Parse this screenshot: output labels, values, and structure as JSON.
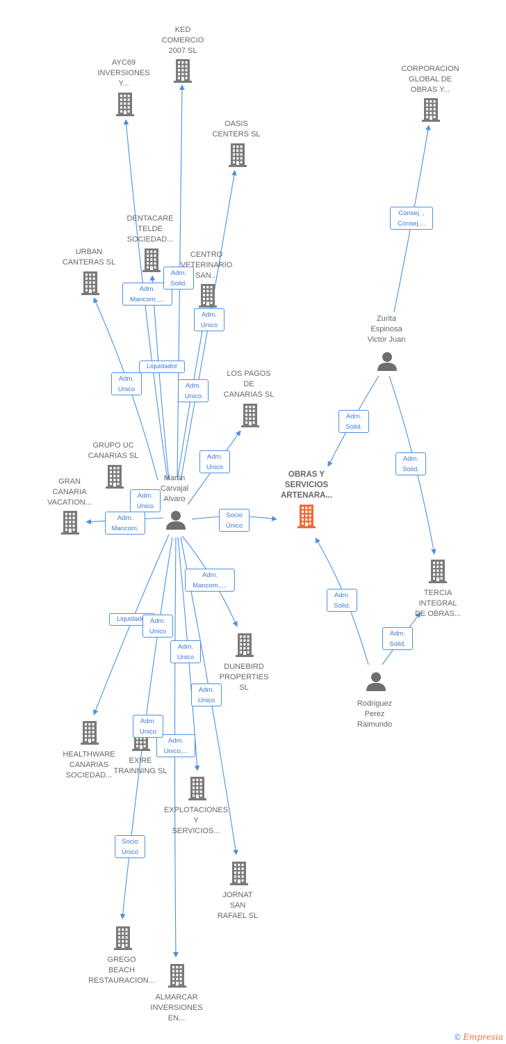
{
  "colors": {
    "edge": "#4a90e2",
    "building": "#7a7a7a",
    "main_building": "#f06a35",
    "person": "#6e6e6e"
  },
  "nodes": [
    {
      "id": "ked",
      "type": "company",
      "lines": [
        "KED",
        "COMERCIO",
        "2007  SL"
      ]
    },
    {
      "id": "ayc69",
      "type": "company",
      "lines": [
        "AYC69",
        "INVERSIONES",
        "Y..."
      ]
    },
    {
      "id": "corporacion",
      "type": "company",
      "lines": [
        "CORPORACION",
        "GLOBAL DE",
        "OBRAS Y..."
      ]
    },
    {
      "id": "oasis",
      "type": "company",
      "lines": [
        "OASIS",
        "CENTERS SL"
      ]
    },
    {
      "id": "dentacare",
      "type": "company",
      "lines": [
        "DENTACARE",
        "TELDE",
        "SOCIEDAD..."
      ]
    },
    {
      "id": "urban",
      "type": "company",
      "lines": [
        "URBAN",
        "CANTERAS  SL"
      ]
    },
    {
      "id": "centro",
      "type": "company",
      "lines": [
        "CENTRO",
        "VETERINARIO",
        "SAN..."
      ]
    },
    {
      "id": "lospagos",
      "type": "company",
      "lines": [
        "LOS PAGOS",
        "DE",
        "CANARIAS SL"
      ]
    },
    {
      "id": "grupouc",
      "type": "company",
      "lines": [
        "GRUPO UC",
        "CANARIAS  SL"
      ]
    },
    {
      "id": "grancanaria",
      "type": "company",
      "lines": [
        "GRAN",
        "CANARIA",
        "VACATION..."
      ]
    },
    {
      "id": "obras",
      "type": "main",
      "lines": [
        "OBRAS Y",
        "SERVICIOS",
        "ARTENARA..."
      ]
    },
    {
      "id": "tercia",
      "type": "company",
      "lines": [
        "TERCIA",
        "INTEGRAL",
        "DE OBRAS..."
      ]
    },
    {
      "id": "dunebird",
      "type": "company",
      "lines": [
        "DUNEBIRD",
        "PROPERTIES",
        "SL"
      ]
    },
    {
      "id": "healthware",
      "type": "company",
      "lines": [
        "HEALTHWARE",
        "CANARIAS",
        "SOCIEDAD..."
      ]
    },
    {
      "id": "exire",
      "type": "company",
      "lines": [
        "EXIRE",
        "TRAINNING  SL"
      ]
    },
    {
      "id": "explotaciones",
      "type": "company",
      "lines": [
        "EXPLOTACIONES",
        "Y",
        "SERVICIOS..."
      ]
    },
    {
      "id": "jornat",
      "type": "company",
      "lines": [
        "JORNAT",
        "SAN",
        "RAFAEL  SL"
      ]
    },
    {
      "id": "grego",
      "type": "company",
      "lines": [
        "GREGO",
        "BEACH",
        "RESTAURACION..."
      ]
    },
    {
      "id": "almarcar",
      "type": "company",
      "lines": [
        "ALMARCAR",
        "INVERSIONES",
        "EN..."
      ]
    },
    {
      "id": "martin",
      "type": "person",
      "lines": [
        "Martin",
        "Carvajal",
        "Alvaro"
      ]
    },
    {
      "id": "zurita",
      "type": "person",
      "lines": [
        "Zurita",
        "Espinosa",
        "Victor Juan"
      ]
    },
    {
      "id": "rodriguez",
      "type": "person",
      "lines": [
        "Rodriguez",
        "Perez",
        "Raimundo"
      ]
    }
  ],
  "edges": [
    {
      "from": "martin",
      "to": "ked",
      "label": []
    },
    {
      "from": "martin",
      "to": "ayc69",
      "label": [
        "Liquidador"
      ]
    },
    {
      "from": "martin",
      "to": "oasis",
      "label": [
        "Adm.",
        "Unico"
      ]
    },
    {
      "from": "martin",
      "to": "dentacare",
      "label": [
        "Adm.",
        "Mancom.,..."
      ]
    },
    {
      "from": "martin",
      "to": "urban",
      "label": [
        "Adm.",
        "Unico"
      ]
    },
    {
      "from": "martin",
      "to": "centro",
      "label": [
        "Adm.",
        "Unico"
      ]
    },
    {
      "from": "martin",
      "to": "lospagos",
      "label": [
        "Adm.",
        "Unico"
      ]
    },
    {
      "from": "martin",
      "to": "grancanaria",
      "label": [
        "Adm.",
        "Mancom."
      ]
    },
    {
      "from": "martin",
      "to": "obras",
      "label": [
        "Socio",
        "Único"
      ]
    },
    {
      "from": "martin",
      "to": "dunebird",
      "label": [
        "Adm.",
        "Mancom.,..."
      ]
    },
    {
      "from": "martin",
      "to": "healthware",
      "label": [
        "Liquidador"
      ]
    },
    {
      "from": "martin",
      "to": "explotaciones",
      "label": [
        "Adm.",
        "Unico,..."
      ]
    },
    {
      "from": "martin",
      "to": "jornat",
      "label": [
        "Adm.",
        "Unico"
      ]
    },
    {
      "from": "martin",
      "to": "grego",
      "label": [
        "Socio",
        "Único"
      ]
    },
    {
      "from": "martin",
      "to": "almarcar",
      "label": [
        "Adm.",
        "Unico"
      ]
    },
    {
      "from": "zurita",
      "to": "corporacion",
      "label": [
        "Consej. ,",
        "Consej...."
      ]
    },
    {
      "from": "zurita",
      "to": "obras",
      "label": [
        "Adm.",
        "Solid."
      ]
    },
    {
      "from": "zurita",
      "to": "tercia",
      "label": [
        "Adm.",
        "Solid."
      ]
    },
    {
      "from": "rodriguez",
      "to": "obras",
      "label": [
        "Adm.",
        "Solid."
      ]
    },
    {
      "from": "rodriguez",
      "to": "tercia",
      "label": [
        "Adm.",
        "Solid."
      ]
    }
  ],
  "extra_labels": [
    {
      "label": [
        "Adm.",
        "Solid."
      ]
    },
    {
      "label": [
        "Adm.",
        "Unico"
      ]
    },
    {
      "label": [
        "Adm.",
        "Unico"
      ]
    },
    {
      "label": [
        "Adm.",
        "Unico"
      ]
    },
    {
      "label": [
        "Adm.",
        "Unico"
      ]
    }
  ],
  "footer": {
    "copyright": "©",
    "brand": "Empresia"
  }
}
